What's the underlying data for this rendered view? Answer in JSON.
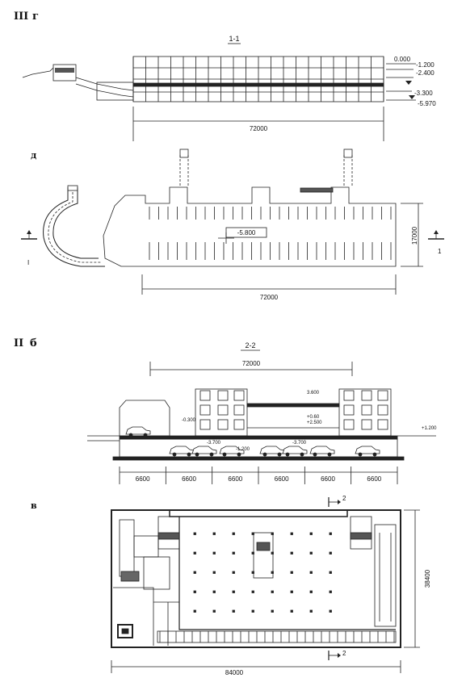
{
  "labels": {
    "panel_iii": "III",
    "panel_g": "г",
    "panel_d": "д",
    "panel_ii": "II",
    "panel_b": "б",
    "panel_v": "в"
  },
  "section_1": {
    "title": "1-1",
    "levels": [
      "0.000",
      "-1.200",
      "-2.400",
      "-3.300",
      "-5.970"
    ],
    "dimension": "72000"
  },
  "plan_d": {
    "level": "-5.800",
    "width_dim": "72000",
    "height_dim": "17000",
    "cut_left": "I",
    "cut_right": "1"
  },
  "section_2": {
    "title": "2-2",
    "top_dim": "72000",
    "levels": [
      "3.600",
      "-0.300",
      "+0.60",
      "+2.500",
      "-3.700",
      "-1.200",
      "-3.700",
      "+1.200"
    ],
    "bay_dims": [
      "6600",
      "6600",
      "6600",
      "6600",
      "6600",
      "6600"
    ]
  },
  "plan_v": {
    "cut_top": "2",
    "cut_bottom": "2",
    "width_dim": "84000",
    "height_dim": "38400"
  }
}
